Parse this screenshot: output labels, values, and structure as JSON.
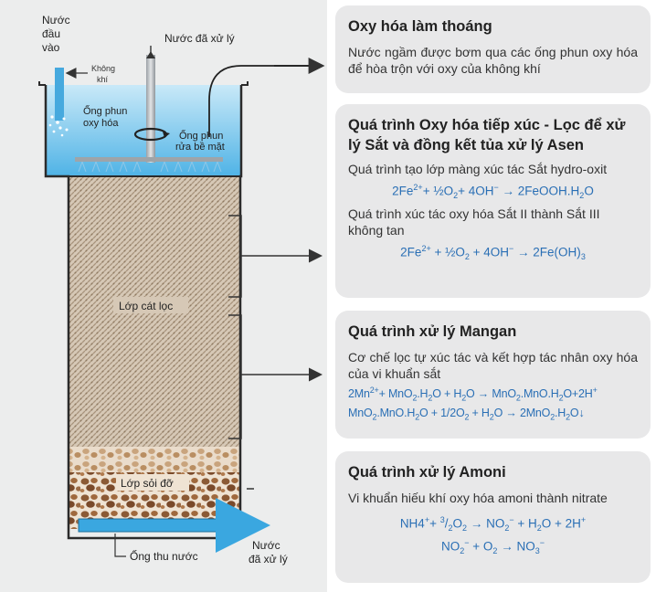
{
  "diagram": {
    "label_inlet": [
      "Nước",
      "đầu",
      "vào"
    ],
    "label_no_air": [
      "Không",
      "khí"
    ],
    "label_treated_top": "Nước đã xử lý",
    "label_spray": [
      "Ống phun",
      "oxy hóa"
    ],
    "label_wash": [
      "Ống phun",
      "rửa bề mặt"
    ],
    "label_sand": "Lớp cát lọc",
    "label_gravel": "Lớp sỏi đỡ",
    "label_collector": "Ống thu nước",
    "label_treated_out": [
      "Nước",
      "đã xử lý"
    ]
  },
  "cards": {
    "aeration": {
      "title": "Oxy hóa làm thoáng",
      "text": "Nước ngầm được bơm qua các ống phun oxy hóa để hòa trộn với oxy của không khí"
    },
    "iron": {
      "title": "Quá trình Oxy hóa tiếp xúc - Lọc để xử lý Sắt và đồng kết tủa xử lý Asen",
      "text1": "Quá trình tạo lớp màng xúc tác Sắt hydro-oxit",
      "text2": "Quá trình xúc tác oxy hóa Sắt II thành Sắt III không tan"
    },
    "manganese": {
      "title": "Quá trình xử lý Mangan",
      "text": "Cơ chế lọc tự xúc tác và kết hợp tác nhân oxy hóa của vi khuẩn sắt"
    },
    "ammonia": {
      "title": "Quá trình xử lý Amoni",
      "text": "Vi khuẩn hiếu khí oxy hóa amoni thành nitrate"
    }
  },
  "colors": {
    "equation": "#2a6fb5",
    "water": "#5db8e8",
    "sand": "#c9b9a6",
    "gravel": "#8b5a35"
  }
}
